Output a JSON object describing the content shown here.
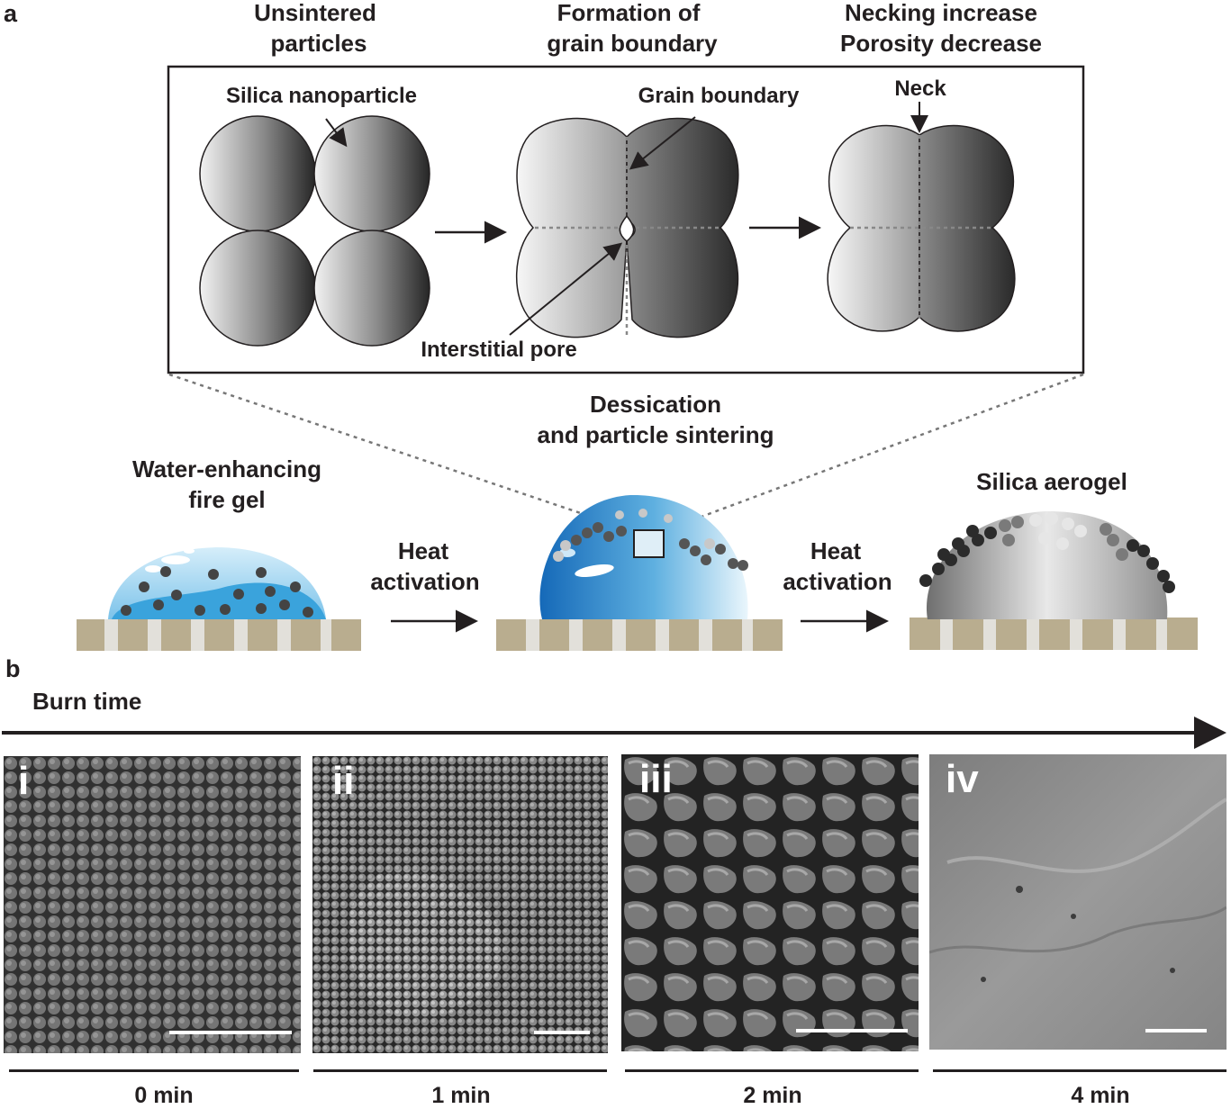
{
  "panel_a": {
    "label": "a",
    "stages": [
      {
        "line1": "Unsintered",
        "line2": "particles"
      },
      {
        "line1": "Formation of",
        "line2": "grain boundary"
      },
      {
        "line1": "Necking increase",
        "line2": "Porosity decrease"
      }
    ],
    "callouts": {
      "silica_nanoparticle": "Silica nanoparticle",
      "grain_boundary": "Grain boundary",
      "neck": "Neck",
      "interstitial_pore": "Interstitial pore"
    },
    "process": {
      "dessication_line1": "Dessication",
      "dessication_line2": "and particle sintering",
      "gel_line1": "Water-enhancing",
      "gel_line2": "fire gel",
      "heat1_line1": "Heat",
      "heat1_line2": "activation",
      "heat2_line1": "Heat",
      "heat2_line2": "activation",
      "aerogel": "Silica aerogel"
    }
  },
  "panel_b": {
    "label": "b",
    "burn_time": "Burn time",
    "images": [
      {
        "numeral": "i",
        "time": "0 min"
      },
      {
        "numeral": "ii",
        "time": "1 min"
      },
      {
        "numeral": "iii",
        "time": "2 min"
      },
      {
        "numeral": "iv",
        "time": "4 min"
      }
    ]
  },
  "colors": {
    "ink": "#231f20",
    "substrate": "#b9ad8f",
    "gel_blue": "#1b82c9",
    "gel_light": "#a8d8f0"
  }
}
